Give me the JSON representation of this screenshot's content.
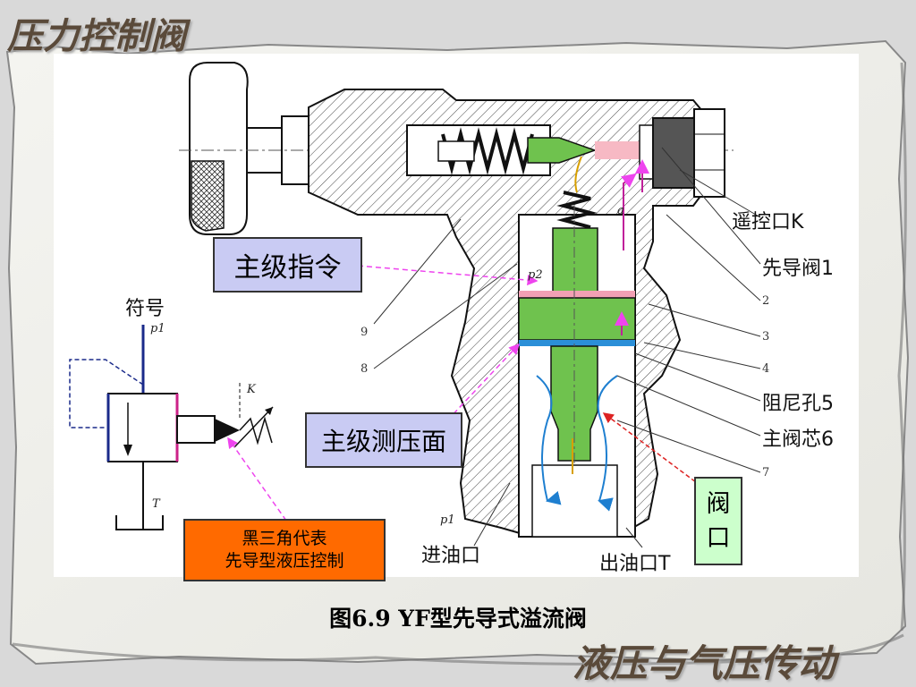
{
  "header": {
    "title": "压力控制阀"
  },
  "footer": {
    "subject": "液压与气压传动"
  },
  "caption": "图6.9  YF型先导式溢流阀",
  "callouts": {
    "main_command": "主级指令",
    "main_measure": "主级测压面",
    "black_triangle_line1": "黑三角代表",
    "black_triangle_line2": "先导型液压控制",
    "valve_port_line1": "阀",
    "valve_port_line2": "口"
  },
  "labels": {
    "remote_port": "遥控口K",
    "pilot_valve": "先导阀1",
    "damping_orifice": "阻尼孔5",
    "main_spool": "主阀芯6",
    "inlet": "进油口",
    "outlet": "出油口T",
    "symbol": "符号"
  },
  "part_numbers": {
    "n2": "2",
    "n3": "3",
    "n4": "4",
    "n7": "7",
    "n8": "8",
    "n9": "9"
  },
  "symbols": {
    "p1_top": "p1",
    "p1_bottom": "p1",
    "p2": "p2",
    "a": "a",
    "K": "K",
    "T": "T"
  },
  "colors": {
    "callout_fill": "#c9cbf3",
    "triangle_box": "#ff6a00",
    "port_box": "#ccffcc",
    "spool_green": "#6fc24e",
    "leader_magenta": "#ee44ee",
    "leader_red": "#dd2222"
  }
}
